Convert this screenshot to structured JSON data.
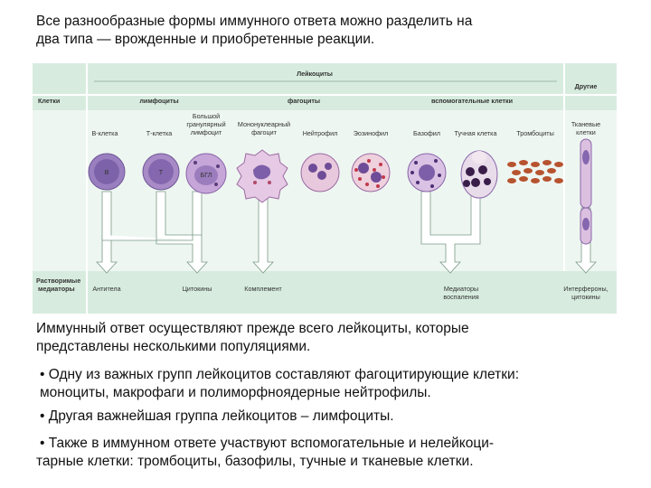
{
  "heading": {
    "line1": "Все разнообразные формы иммунного ответа можно разделить на",
    "line2_a": "два типа — ",
    "line2_b": "врожденные",
    "line2_c": " и ",
    "line2_d": "приобретенные",
    "line2_e": " реакции."
  },
  "figure": {
    "top_header": "Лейкоциты",
    "other_header": "Другие",
    "row_label_cells": "Клетки",
    "groups": {
      "lymphocytes": "лимфоциты",
      "phagocytes": "фагоциты",
      "auxiliary": "вспомогательные клетки"
    },
    "cell_names": {
      "b_cell": "В-клетка",
      "t_cell": "Т-клетка",
      "lgl_line1": "Большой",
      "lgl_line2": "гранулярный",
      "lgl_line3": "лимфоцит",
      "mono_line1": "Мононуклеарный",
      "mono_line2": "фагоцит",
      "neutrophil": "Нейтрофил",
      "eosinophil": "Эозинофил",
      "basophil": "Базофил",
      "mast_cell": "Тучная клетка",
      "platelets": "Тромбоциты",
      "tissue_line1": "Тканевые",
      "tissue_line2": "клетки"
    },
    "cell_letters": {
      "b": "B",
      "t": "T",
      "lgl": "БГЛ"
    },
    "row_label_mediators_1": "Растворимые",
    "row_label_mediators_2": "медиаторы",
    "mediators": {
      "antibodies": "Антитела",
      "cytokines": "Цитокины",
      "complement": "Комплемент",
      "inflammation_1": "Медиаторы",
      "inflammation_2": "воспаления",
      "interferons_1": "Интерфероны,",
      "interferons_2": "цитокины"
    },
    "colors": {
      "band": "#d7ecdf",
      "header": "#c4e0cf",
      "cell": "#a98bc2",
      "arrow": "#ffffff"
    }
  },
  "para1": {
    "line1": "Иммунный ответ осуществляют прежде всего лейкоциты, которые",
    "line2": "представлены несколькими популяциями."
  },
  "bullet1": {
    "line1": "• Одну из важных групп лейкоцитов составляют фагоцитирующие клетки:",
    "line2_a": "моноциты",
    "line2_b": ", ",
    "line2_c": "макрофаги",
    "line2_d": " и ",
    "line2_e": "полиморфноядерные нейтрофилы",
    "line2_f": "."
  },
  "bullet2": {
    "a": "• Другая важнейшая группа лейкоцитов – ",
    "b": "лимфоциты",
    "c": "."
  },
  "bullet3": {
    "line1": "• Также в иммунном ответе участвуют вспомогательные и нелейкоци-",
    "line2_a": "тарные клетки: ",
    "line2_b": "тромбоциты",
    "line2_c": ", ",
    "line2_d": "базофилы",
    "line2_e": ", ",
    "line2_f": "тучные и тканевые клетки",
    "line2_g": "."
  }
}
